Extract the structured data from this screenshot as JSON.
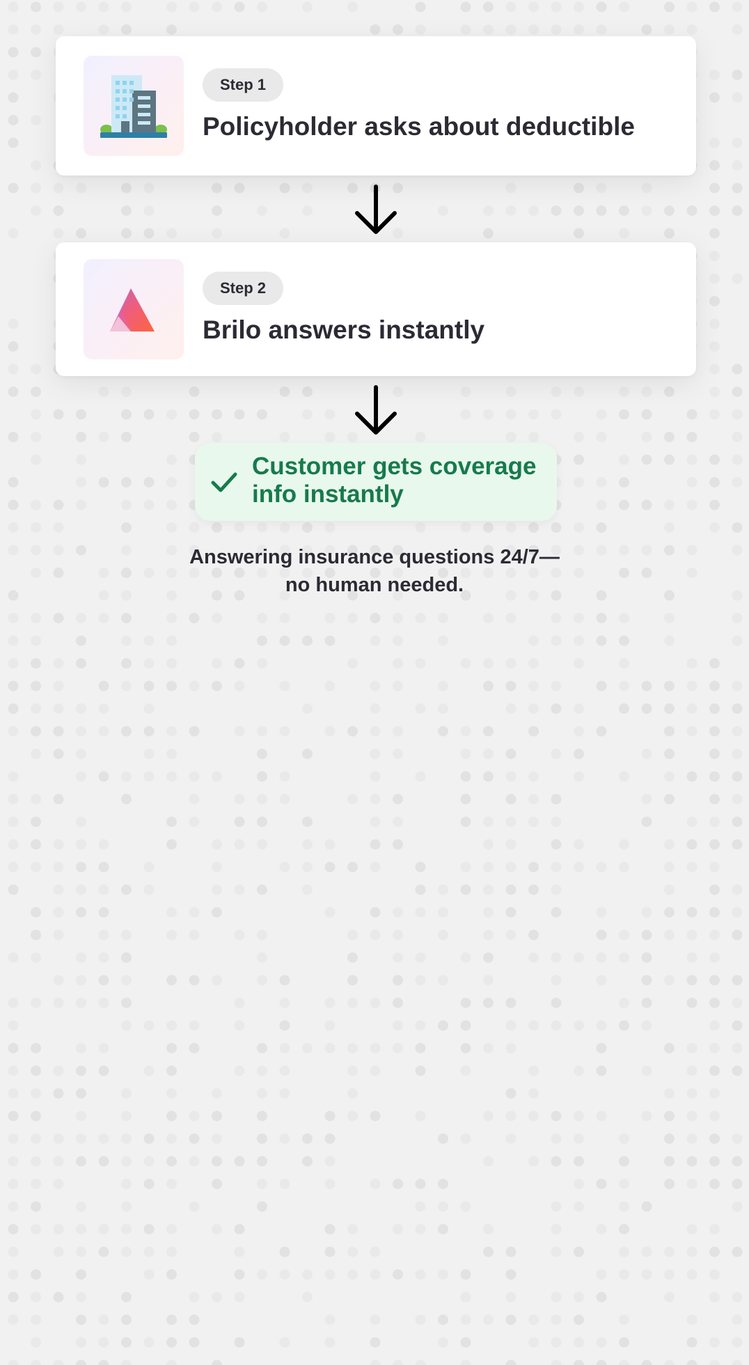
{
  "colors": {
    "background": "#f1f1f1",
    "card": "#ffffff",
    "pill": "#e9e9ea",
    "text": "#2c2a33",
    "result_bg": "#e8f8ed",
    "result_text": "#177a4c",
    "arrow": "#000000"
  },
  "steps": [
    {
      "badge": "Step 1",
      "title": "Policyholder asks about deductible",
      "icon": "office-building-icon"
    },
    {
      "badge": "Step 2",
      "title": "Brilo answers instantly",
      "icon": "brilo-logo-icon"
    }
  ],
  "result": {
    "icon": "checkmark-icon",
    "line1": "Customer gets coverage",
    "line2": "info instantly"
  },
  "tagline": {
    "line1": "Answering insurance questions 24/7—",
    "line2": "no human needed."
  }
}
